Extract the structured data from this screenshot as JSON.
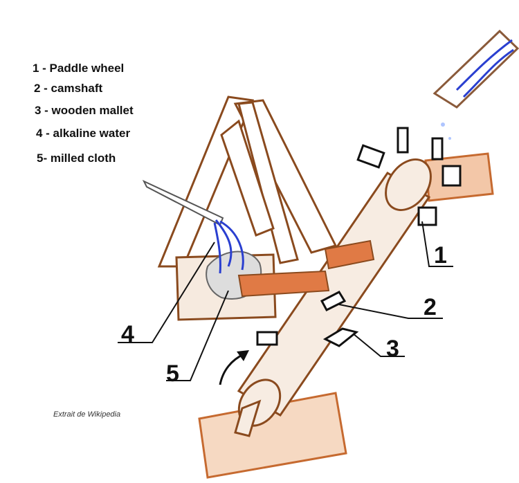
{
  "legend": [
    "1 - Paddle wheel",
    "2 - camshaft",
    "3 - wooden mallet",
    "4 - alkaline water",
    "5- milled cloth"
  ],
  "callouts": [
    "1",
    "2",
    "3",
    "4",
    "5"
  ],
  "credit": "Extrait de Wikipedia",
  "colors": {
    "wood_outline": "#8a4a1e",
    "block": "#e07a45",
    "water": "#2a3fd0",
    "text": "#111111"
  }
}
